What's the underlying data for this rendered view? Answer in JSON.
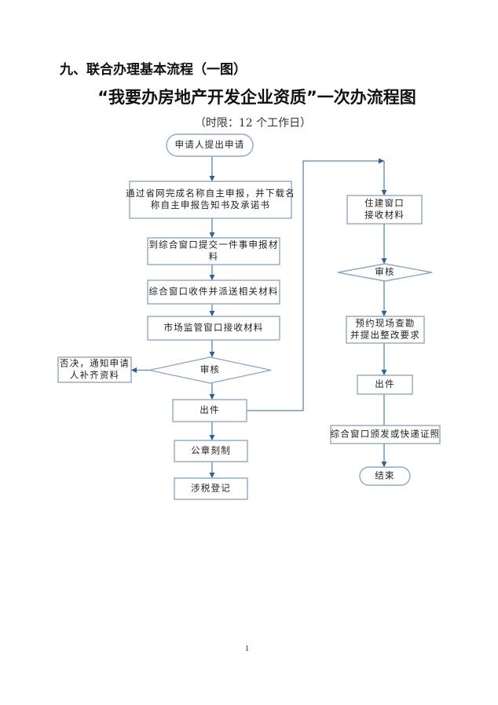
{
  "section_heading": "九、联合办理基本流程（一图）",
  "title": "“我要办房地产开发企业资质”一次办流程图",
  "subtitle": "（时限：12 个工作日）",
  "page_number": "1",
  "flowchart": {
    "colors": {
      "node_border": "#8ea9c5",
      "edge": "#5b85b0",
      "arrow": "#2f5f94"
    },
    "nodes": {
      "start": {
        "type": "terminal",
        "lines": [
          "申请人提出申请"
        ]
      },
      "online_declare": {
        "type": "process",
        "lines": [
          "通过省网完成名称自主申报，并下载名",
          "称自主申报告知书及承诺书"
        ]
      },
      "submit_window": {
        "type": "process",
        "lines": [
          "到综合窗口提交一件事申报材",
          "料"
        ]
      },
      "dispatch": {
        "type": "process",
        "lines": [
          "综合窗口收件并派送相关材料"
        ]
      },
      "market_receive": {
        "type": "process",
        "lines": [
          "市场监管窗口接收材料"
        ]
      },
      "review_market": {
        "type": "decision",
        "lines": [
          "审核"
        ]
      },
      "reject": {
        "type": "process",
        "lines": [
          "否决，通知申请",
          "人补齐资料"
        ]
      },
      "issue_market": {
        "type": "process",
        "lines": [
          "出件"
        ]
      },
      "seal": {
        "type": "process",
        "lines": [
          "公章刻制"
        ]
      },
      "tax": {
        "type": "process",
        "lines": [
          "涉税登记"
        ]
      },
      "housing_receive": {
        "type": "process",
        "lines": [
          "住建窗口",
          "接收材料"
        ]
      },
      "review_housing": {
        "type": "decision",
        "lines": [
          "审核"
        ]
      },
      "inspection": {
        "type": "process",
        "lines": [
          "预约现场查勘",
          "并提出整改要求"
        ]
      },
      "issue_housing": {
        "type": "process",
        "lines": [
          "出件"
        ]
      },
      "certificate": {
        "type": "process",
        "lines": [
          "综合窗口颁发或快递证照"
        ]
      },
      "end": {
        "type": "terminal",
        "lines": [
          "结束"
        ]
      }
    },
    "edges": [
      {
        "from": "start",
        "to": "online_declare"
      },
      {
        "from": "online_declare",
        "to": "submit_window"
      },
      {
        "from": "submit_window",
        "to": "dispatch"
      },
      {
        "from": "dispatch",
        "to": "market_receive"
      },
      {
        "from": "market_receive",
        "to": "review_market"
      },
      {
        "from": "review_market",
        "to": "reject"
      },
      {
        "from": "review_market",
        "to": "issue_market"
      },
      {
        "from": "issue_market",
        "to": "seal"
      },
      {
        "from": "seal",
        "to": "tax"
      },
      {
        "from": "issue_market",
        "to": "housing_receive"
      },
      {
        "from": "housing_receive",
        "to": "review_housing"
      },
      {
        "from": "review_housing",
        "to": "inspection"
      },
      {
        "from": "inspection",
        "to": "issue_housing"
      },
      {
        "from": "issue_housing",
        "to": "certificate"
      },
      {
        "from": "certificate",
        "to": "end"
      }
    ]
  }
}
